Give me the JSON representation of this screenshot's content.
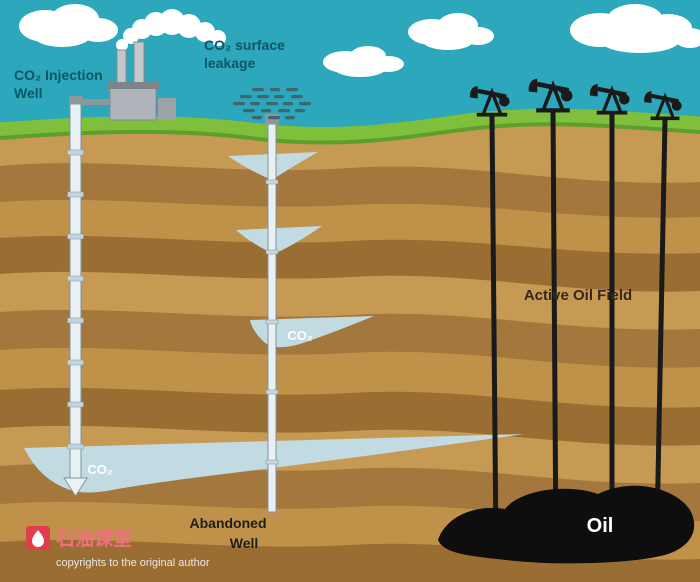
{
  "labels": {
    "injection_well_line1": "CO₂ Injection",
    "injection_well_line2": "Well",
    "leakage_line1": "CO₂ surface",
    "leakage_line2": "leakage",
    "active_oil_field": "Active Oil Field",
    "plume_mid_co2": "CO₂",
    "plume_bottom_co2": "CO₂",
    "oil": "Oil",
    "abandoned_line1": "Abandoned",
    "abandoned_line2": "Well"
  },
  "watermark": {
    "brand": "石油课堂",
    "copyright": "copyrights to the original author"
  },
  "scene": {
    "pumpjack_count": 4,
    "wells": [
      "CO₂ injection well",
      "abandoned leaking well",
      "active oil field wells"
    ]
  },
  "colors": {
    "sky": "#2CA7BC",
    "cloud": "#FFFFFF",
    "grass": "#7FBF3B",
    "grass_dark": "#5E9E2C",
    "soil_light": "#C79A53",
    "soil_dark": "#A4773C",
    "plume": "#C2DAE2",
    "pipe": "#E9F0F3",
    "metal": "#8E979C",
    "silhouette": "#1A1A1A",
    "oil": "#0E0E0E",
    "label_teal": "#0D5666",
    "watermark_red": "#E23C4F",
    "watermark_pink": "#F06F80"
  }
}
